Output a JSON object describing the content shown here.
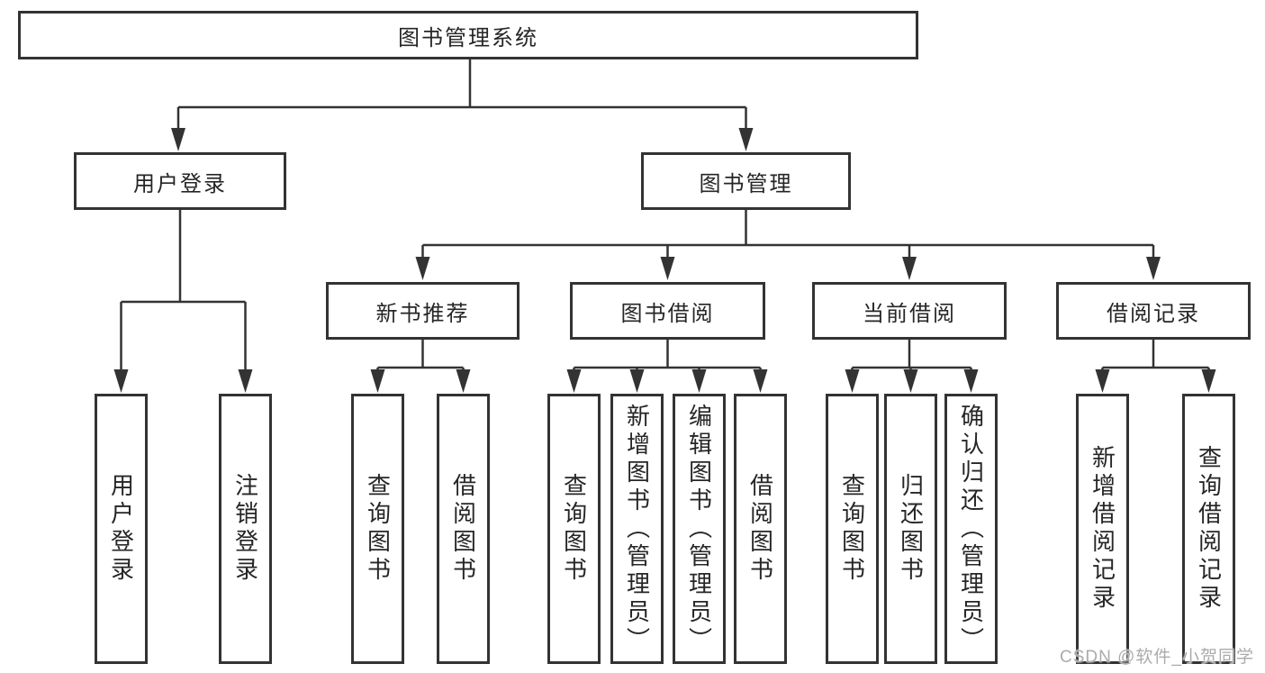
{
  "tree": {
    "root": {
      "label": "图书管理系统"
    },
    "branches": [
      {
        "label": "用户登录",
        "leaves": [
          {
            "label": "用户登录"
          },
          {
            "label": "注销登录"
          }
        ]
      },
      {
        "label": "图书管理",
        "groups": [
          {
            "label": "新书推荐",
            "leaves": [
              {
                "label": "查询图书"
              },
              {
                "label": "借阅图书"
              }
            ]
          },
          {
            "label": "图书借阅",
            "leaves": [
              {
                "label": "查询图书"
              },
              {
                "label": "新增图书（管理员）"
              },
              {
                "label": "编辑图书（管理员）"
              },
              {
                "label": "借阅图书"
              }
            ]
          },
          {
            "label": "当前借阅",
            "leaves": [
              {
                "label": "查询图书"
              },
              {
                "label": "归还图书"
              },
              {
                "label": "确认归还（管理员）"
              }
            ]
          },
          {
            "label": "借阅记录",
            "leaves": [
              {
                "label": "新增借阅记录"
              },
              {
                "label": "查询借阅记录"
              }
            ]
          }
        ]
      }
    ]
  },
  "watermark": {
    "text": "CSDN @软件_小贺同学"
  },
  "colors": {
    "line": "#333333",
    "box_border": "#333333",
    "text": "#262626",
    "background": "#ffffff",
    "watermark": "#ababab"
  }
}
